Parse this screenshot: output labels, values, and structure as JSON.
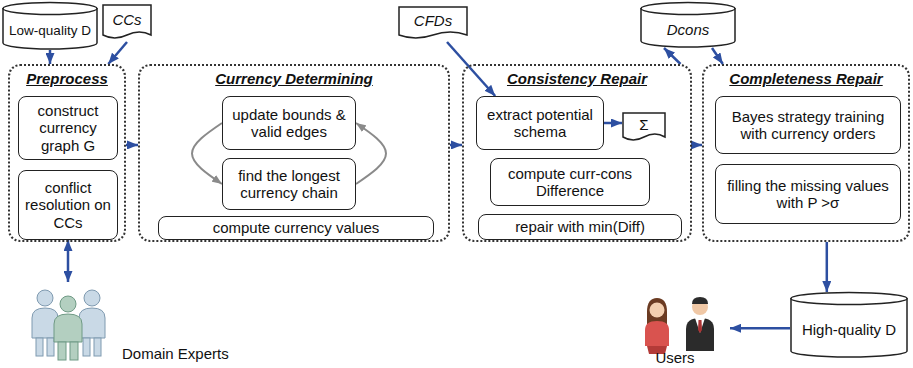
{
  "diagram": {
    "nodes": [
      {
        "text": [
          "Low-quality D"
        ]
      },
      {
        "text": [
          "CCs"
        ]
      },
      {
        "text": [
          "Preprocess"
        ]
      },
      {
        "text": [
          "construct currency graph G"
        ],
        "in": 2
      },
      {
        "text": [
          "conflict resolution on CCs"
        ],
        "in": 2
      },
      {
        "text": [
          "Currency Determining"
        ]
      },
      {
        "text": [
          "update bounds & valid edges"
        ],
        "in": 5
      },
      {
        "text": [
          "find the longest currency chain"
        ],
        "in": 5
      },
      {
        "text": [
          "compute currency values"
        ],
        "in": 5
      },
      {
        "text": [
          "CFDs"
        ]
      },
      {
        "text": [
          "Consistency Repair"
        ]
      },
      {
        "text": [
          "extract potential schema"
        ],
        "in": 10
      },
      {
        "text": [
          "Σ"
        ],
        "in": 10
      },
      {
        "text": [
          "compute curr-cons Difference"
        ],
        "in": 10
      },
      {
        "text": [
          "repair with min(Diff)"
        ],
        "in": 10
      },
      {
        "text": [
          "Dcons"
        ]
      },
      {
        "text": [
          "Completeness Repair"
        ]
      },
      {
        "text": [
          "Bayes strategy training with currency orders"
        ],
        "in": 16
      },
      {
        "text": [
          "filling the missing values with P >σ"
        ],
        "in": 16
      },
      {
        "text": [
          "High-quality D"
        ]
      },
      {
        "text": [
          "Domain Experts"
        ]
      },
      {
        "text": [
          "Users"
        ]
      }
    ],
    "edges": [
      {
        "from": 0,
        "to": 2,
        "arrow": "to"
      },
      {
        "from": 1,
        "to": 2,
        "arrow": "to"
      },
      {
        "from": 4,
        "to": 20,
        "arrow": "both"
      },
      {
        "from": 2,
        "to": 5,
        "arrow": "to"
      },
      {
        "from": 6,
        "to": 7,
        "arrow": "to"
      },
      {
        "from": 7,
        "to": 6,
        "arrow": "to"
      },
      {
        "from": 5,
        "to": 10,
        "arrow": "to"
      },
      {
        "from": 9,
        "to": 11,
        "arrow": "to"
      },
      {
        "from": 11,
        "to": 12,
        "arrow": "to"
      },
      {
        "from": 10,
        "to": 15,
        "arrow": "to"
      },
      {
        "from": 15,
        "to": 16,
        "arrow": "to"
      },
      {
        "from": 10,
        "to": 16,
        "arrow": "to"
      },
      {
        "from": 16,
        "to": 19,
        "arrow": "to"
      },
      {
        "from": 19,
        "to": 21,
        "arrow": "to"
      }
    ]
  }
}
